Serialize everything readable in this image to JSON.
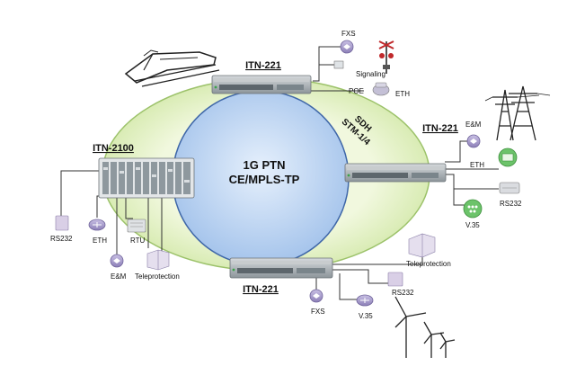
{
  "core": {
    "line1": "1G PTN",
    "line2": "CE/MPLS-TP"
  },
  "ring": {
    "line1": "SDH",
    "line2": "STM-1/4"
  },
  "nodes": {
    "top": "ITN-221",
    "right": "ITN-221",
    "bottom": "ITN-221",
    "left": "ITN-2100"
  },
  "interfaces": {
    "top_fxs": "FXS",
    "top_signaling": "Signaling",
    "top_poe": "POE",
    "top_eth": "ETH",
    "right_em": "E&M",
    "right_eth": "ETH",
    "right_rs232": "RS232",
    "right_v35": "V.35",
    "bottom_teleprotection": "Teleprotection",
    "bottom_rs232": "RS232",
    "bottom_fxs": "FXS",
    "bottom_v35": "V.35",
    "left_rs232": "RS232",
    "left_eth": "ETH",
    "left_rtu": "RTU",
    "left_em": "E&M",
    "left_teleprotection": "Teleprotection"
  },
  "colors": {
    "outer_ring": "#ddeeb8",
    "outer_ring_edge": "#9cc26a",
    "core_fill": "#b9d2f1",
    "core_edge": "#5a7fb8",
    "device": "#9aa3a8",
    "icon_purple": "#a79bc8",
    "icon_green": "#6cc36a"
  }
}
